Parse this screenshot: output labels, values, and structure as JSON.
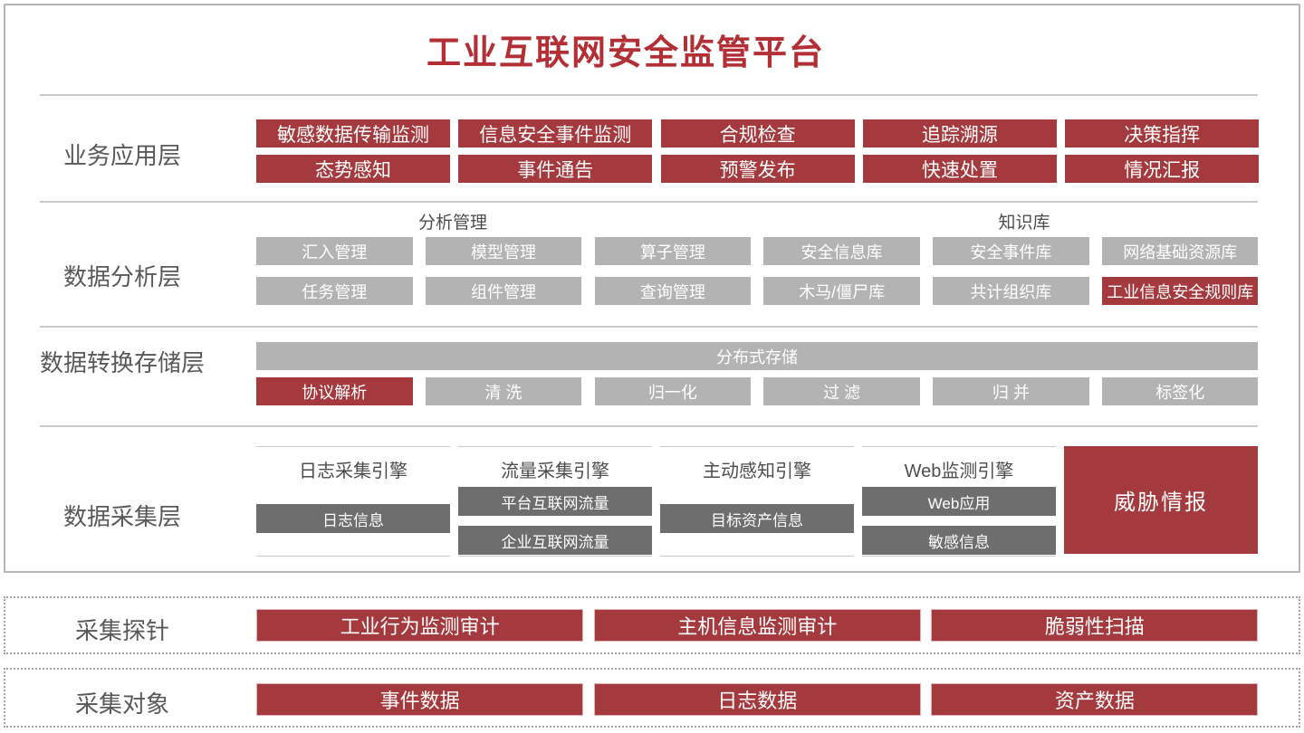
{
  "colors": {
    "accent_red": "#A53A3E",
    "title_red": "#B22F36",
    "light_gray_block": "#B3B3B3",
    "dark_gray_block": "#6E6E6E",
    "label_text": "#595959",
    "block_text": "#FFFFFF"
  },
  "title": "工业互联网安全监管平台",
  "app_layer": {
    "label": "业务应用层",
    "buttons": [
      "敏感数据传输监测",
      "信息安全事件监测",
      "合规检查",
      "追踪溯源",
      "决策指挥",
      "态势感知",
      "事件通告",
      "预警发布",
      "快速处置",
      "情况汇报"
    ]
  },
  "analysis_layer": {
    "label": "数据分析层",
    "group_headers": [
      "分析管理",
      "知识库"
    ],
    "buttons": [
      "汇入管理",
      "模型管理",
      "算子管理",
      "安全信息库",
      "安全事件库",
      "网络基础资源库",
      "任务管理",
      "组件管理",
      "查询管理",
      "木马/僵尸库",
      "共计组织库",
      "工业信息安全规则库"
    ]
  },
  "storage_layer": {
    "label": "数据转换存储层",
    "bar": "分布式存储",
    "buttons": [
      "协议解析",
      "清 洗",
      "归一化",
      "过 滤",
      "归 并",
      "标签化"
    ]
  },
  "collection_layer": {
    "label": "数据采集层",
    "groups": [
      {
        "header": "日志采集引擎",
        "buttons": [
          "日志信息"
        ]
      },
      {
        "header": "流量采集引擎",
        "buttons": [
          "平台互联网流量",
          "企业互联网流量"
        ]
      },
      {
        "header": "主动感知引擎",
        "buttons": [
          "目标资产信息"
        ]
      },
      {
        "header": "Web监测引擎",
        "buttons": [
          "Web应用",
          "敏感信息"
        ]
      }
    ],
    "threat_block": "威胁情报"
  },
  "probe_row": {
    "label": "采集探针",
    "buttons": [
      "工业行为监测审计",
      "主机信息监测审计",
      "脆弱性扫描"
    ]
  },
  "object_row": {
    "label": "采集对象",
    "buttons": [
      "事件数据",
      "日志数据",
      "资产数据"
    ]
  }
}
